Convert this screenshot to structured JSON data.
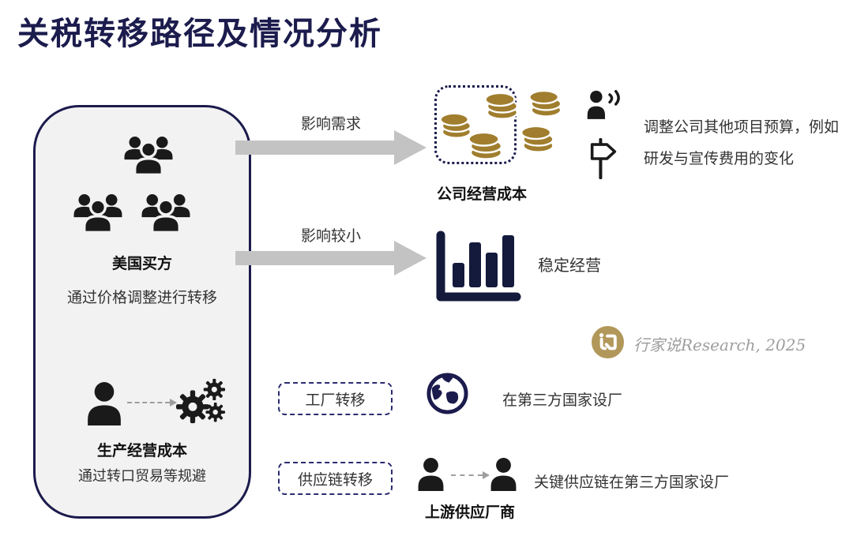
{
  "title": "关税转移路径及情况分析",
  "buyer_box": {
    "title": "美国买方",
    "subtitle": "通过价格调整进行转移",
    "producer_title": "生产经营成本",
    "producer_subtitle": "通过转口贸易等规避"
  },
  "flows": [
    {
      "arrow_label": "影响需求",
      "target_label": "公司经营成本",
      "note_line1": "调整公司其他项目预算，例如",
      "note_line2": "研发与宣传费用的变化"
    },
    {
      "arrow_label": "影响较小",
      "note": "稳定经营"
    }
  ],
  "transfer_rows": [
    {
      "tag": "工厂转移",
      "note": "在第三方国家设厂"
    },
    {
      "tag": "供应链转移",
      "actor_label": "上游供应厂商",
      "note": "关键供应链在第三方国家设厂"
    }
  ],
  "credit": {
    "text": "行家说Research, 2025"
  },
  "colors": {
    "title_navy": "#1b1b4d",
    "chart_navy": "#141a3b",
    "icon_black": "#1a1a1a",
    "big_arrow_gray": "#c3c3c3",
    "dashed_arrow_gray": "#9e9e9e",
    "coin_gold": "#a07e2e",
    "logo_gold": "#b2975a",
    "panel_fill": "#f2f2f2",
    "credit_gray": "#9e9e9e"
  },
  "icons": {
    "buyers": "people-group-icon",
    "producer": "person-icon",
    "production": "gears-icon",
    "company_cost": "coin-stack-icon",
    "announce": "speaking-person-icon",
    "direction": "signpost-icon",
    "stable": "bar-chart-icon",
    "factory": "globe-icon",
    "brand": "brand-logo-icon"
  }
}
